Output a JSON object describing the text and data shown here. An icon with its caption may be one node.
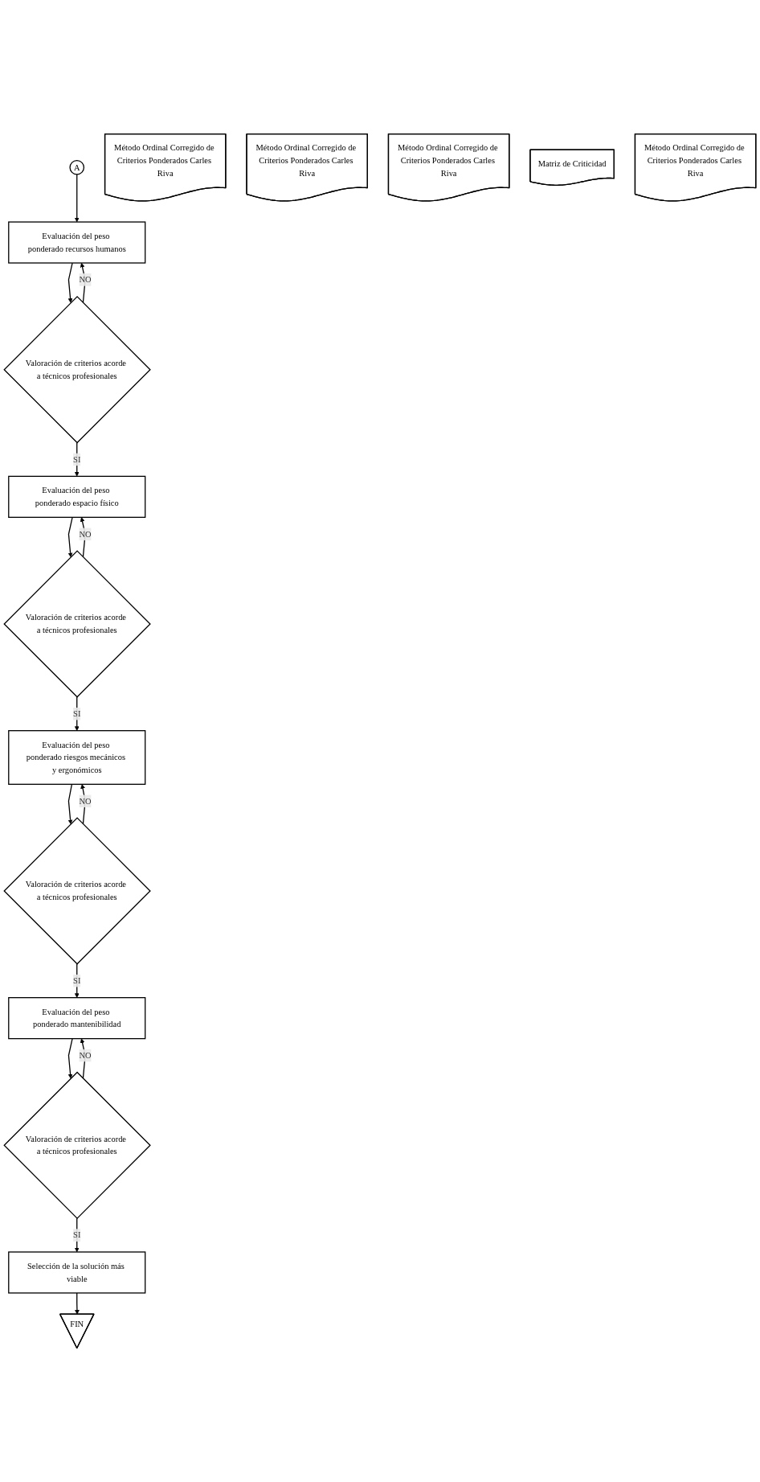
{
  "diagram": {
    "nodes": [
      {
        "text": [
          "A"
        ]
      },
      {
        "text": [
          "Evaluación del peso ponderado recursos humanos"
        ]
      },
      {
        "text": [
          "Método Ordinal Corregido de Criterios Ponderados Carles Riva"
        ]
      },
      {
        "text": [
          "Valoración de criterios acorde a técnicos profesionales"
        ]
      },
      {
        "text": [
          "Evaluación del peso ponderado espacio físico"
        ]
      },
      {
        "text": [
          "Método Ordinal Corregido de Criterios Ponderados Carles Riva"
        ]
      },
      {
        "text": [
          "Valoración de criterios acorde a técnicos profesionales"
        ]
      },
      {
        "text": [
          "Evaluación del peso ponderado riesgos mecánicos y ergonómicos"
        ]
      },
      {
        "text": [
          "Método Ordinal Corregido de Criterios Ponderados Carles Riva"
        ]
      },
      {
        "text": [
          "Valoración de criterios acorde a técnicos profesionales"
        ]
      },
      {
        "text": [
          "Evaluación del peso ponderado mantenibilidad"
        ]
      },
      {
        "text": [
          "Matriz de Criticidad"
        ]
      },
      {
        "text": [
          "Valoración de criterios acorde a técnicos profesionales"
        ]
      },
      {
        "text": [
          "Método Ordinal Corregido de Criterios Ponderados Carles Riva"
        ]
      },
      {
        "text": [
          "Selección de la solución más viable"
        ]
      },
      {
        "text": [
          "FIN"
        ]
      }
    ],
    "edges": [
      {
        "from": 0,
        "to": 1,
        "arrow": "to"
      },
      {
        "from": 1,
        "to": 3,
        "arrow": "to"
      },
      {
        "from": 3,
        "to": 1,
        "arrow": "to",
        "label": "NO"
      },
      {
        "from": 3,
        "to": 4,
        "arrow": "to",
        "label": "SI"
      },
      {
        "from": 4,
        "to": 6,
        "arrow": "to"
      },
      {
        "from": 6,
        "to": 4,
        "arrow": "to",
        "label": "NO"
      },
      {
        "from": 6,
        "to": 7,
        "arrow": "to",
        "label": "SI"
      },
      {
        "from": 7,
        "to": 9,
        "arrow": "to"
      },
      {
        "from": 9,
        "to": 7,
        "arrow": "to",
        "label": "NO"
      },
      {
        "from": 9,
        "to": 10,
        "arrow": "to",
        "label": "SI"
      },
      {
        "from": 10,
        "to": 12,
        "arrow": "to"
      },
      {
        "from": 12,
        "to": 10,
        "arrow": "to",
        "label": "NO"
      },
      {
        "from": 12,
        "to": 14,
        "arrow": "to",
        "label": "SI"
      },
      {
        "from": 14,
        "to": 15,
        "arrow": "to"
      }
    ]
  }
}
